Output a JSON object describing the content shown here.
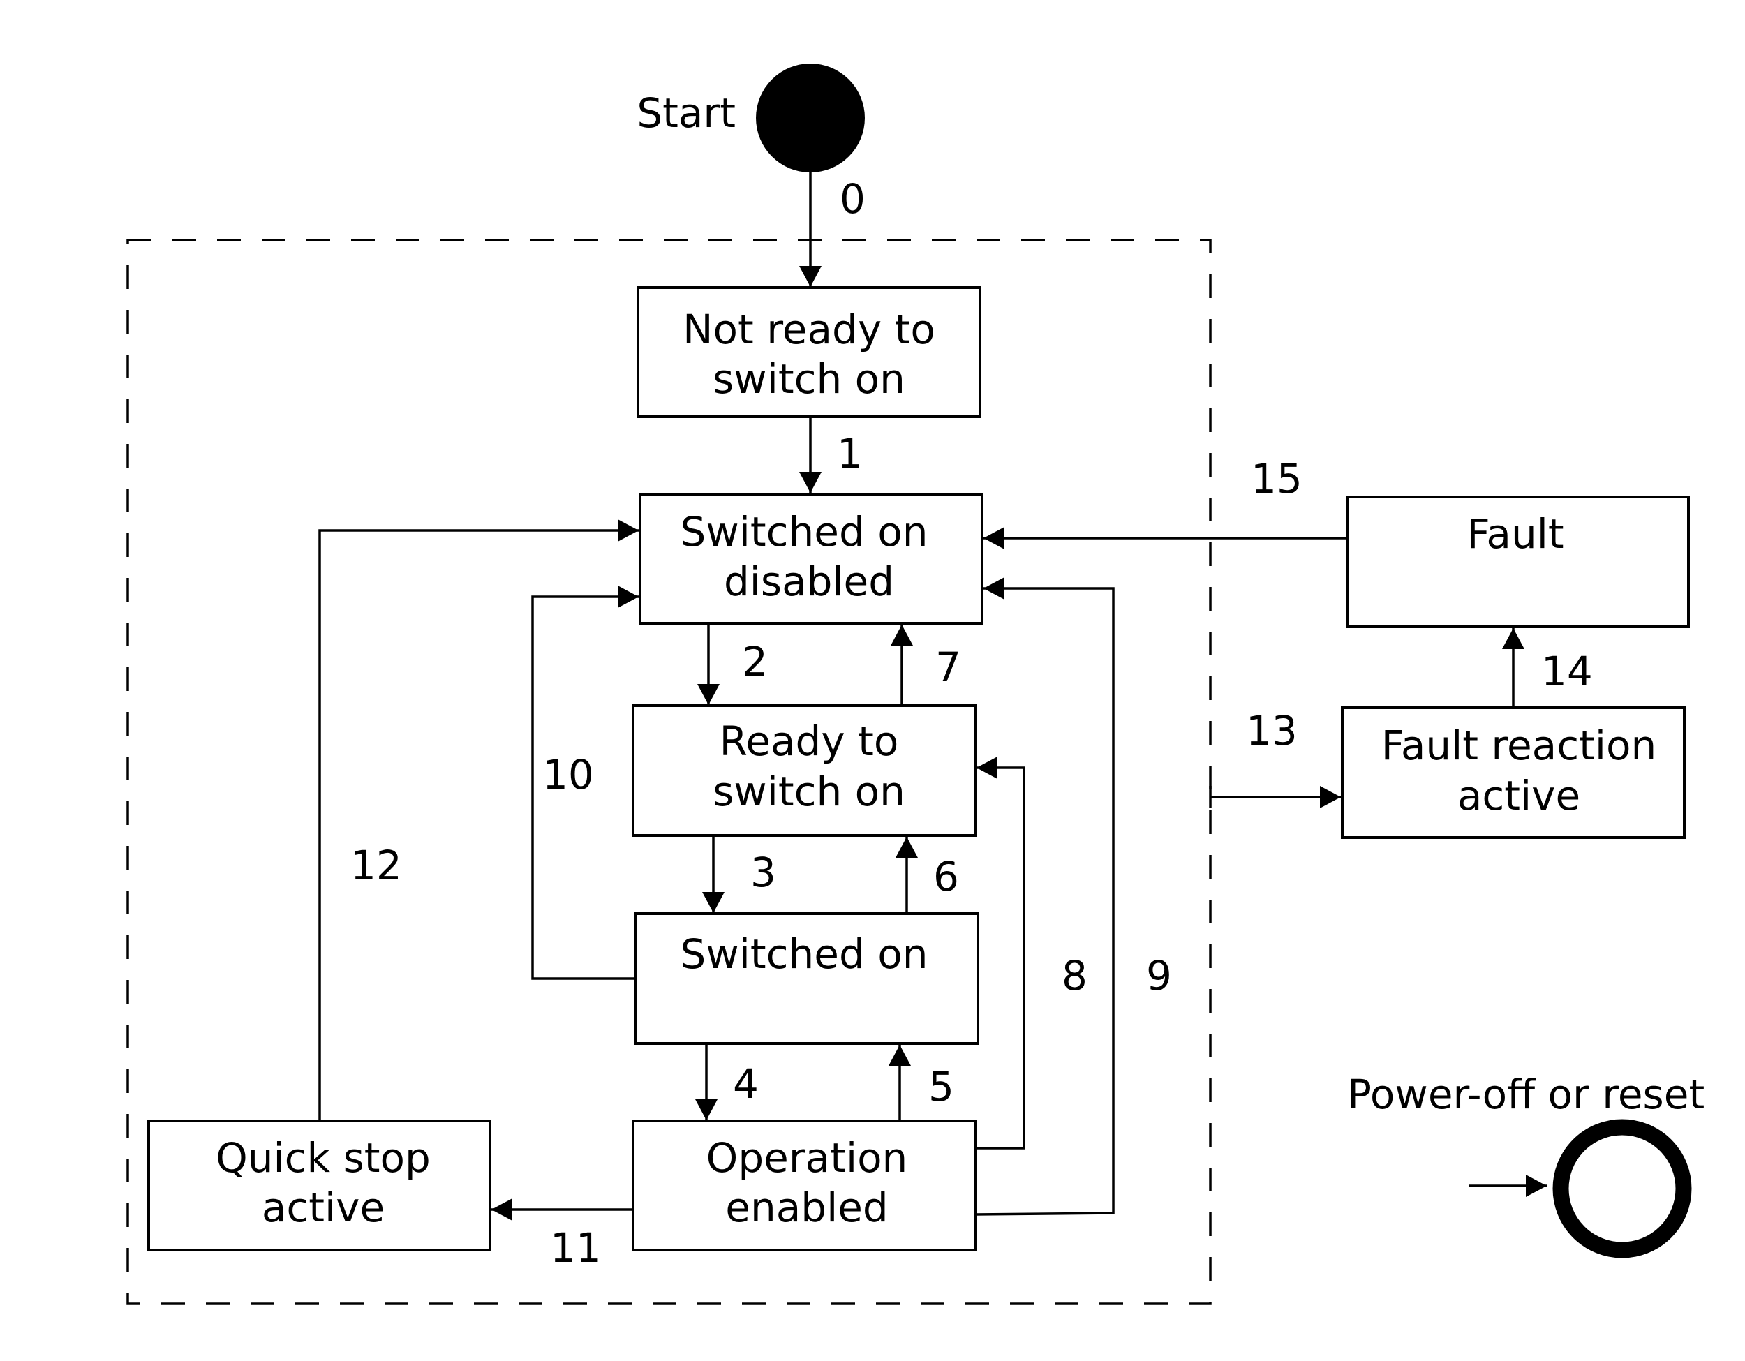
{
  "diagram": {
    "start_label": "Start",
    "end_label": "Power-off or reset",
    "group_label": "",
    "states": [
      {
        "id": "not_ready",
        "lines": [
          "Not ready to",
          "switch on"
        ]
      },
      {
        "id": "sod",
        "lines": [
          "Switched on",
          "disabled"
        ]
      },
      {
        "id": "rtso",
        "lines": [
          "Ready to",
          "switch on"
        ]
      },
      {
        "id": "so",
        "lines": [
          "Switched on"
        ]
      },
      {
        "id": "oe",
        "lines": [
          "Operation",
          "enabled"
        ]
      },
      {
        "id": "qs",
        "lines": [
          "Quick stop",
          "active"
        ]
      },
      {
        "id": "fault",
        "lines": [
          "Fault"
        ]
      },
      {
        "id": "fra",
        "lines": [
          "Fault reaction",
          "active"
        ]
      }
    ],
    "transitions": [
      {
        "label": "0",
        "from": "start",
        "to": "not_ready"
      },
      {
        "label": "1",
        "from": "not_ready",
        "to": "sod"
      },
      {
        "label": "2",
        "from": "sod",
        "to": "rtso"
      },
      {
        "label": "3",
        "from": "rtso",
        "to": "so"
      },
      {
        "label": "4",
        "from": "so",
        "to": "oe"
      },
      {
        "label": "5",
        "from": "oe",
        "to": "so"
      },
      {
        "label": "6",
        "from": "so",
        "to": "rtso"
      },
      {
        "label": "7",
        "from": "rtso",
        "to": "sod"
      },
      {
        "label": "8",
        "from": "oe",
        "to": "rtso"
      },
      {
        "label": "9",
        "from": "oe",
        "to": "sod"
      },
      {
        "label": "10",
        "from": "so",
        "to": "sod"
      },
      {
        "label": "11",
        "from": "oe",
        "to": "qs"
      },
      {
        "label": "12",
        "from": "qs",
        "to": "sod"
      },
      {
        "label": "13",
        "from": "group",
        "to": "fra"
      },
      {
        "label": "14",
        "from": "fra",
        "to": "fault"
      },
      {
        "label": "15",
        "from": "fault",
        "to": "sod"
      }
    ]
  }
}
